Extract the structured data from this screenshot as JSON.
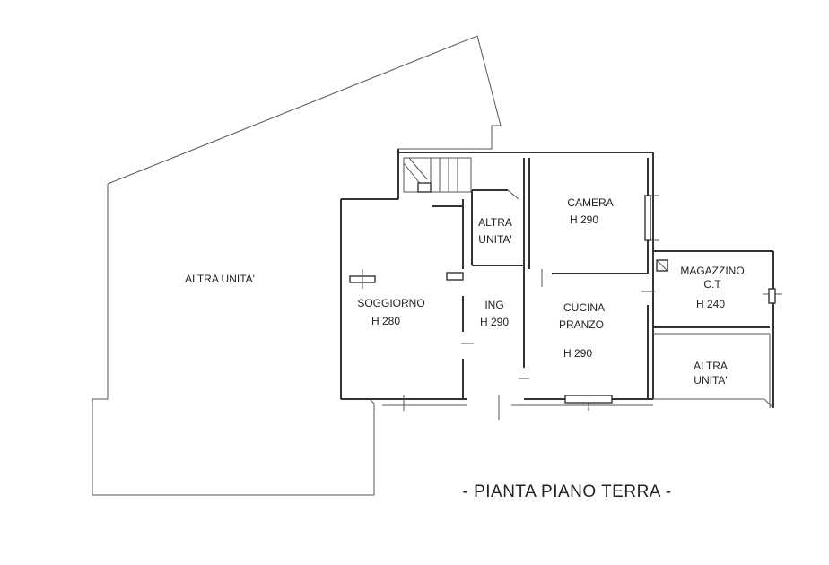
{
  "title": "- PIANTA PIANO TERRA -",
  "rooms": {
    "altra_unita_left": {
      "name": "ALTRA UNITA'"
    },
    "soggiorno": {
      "name": "SOGGIORNO",
      "height": "H 280"
    },
    "altra_unita_center": {
      "name": "ALTRA",
      "name2": "UNITA'"
    },
    "ing": {
      "name": "ING",
      "height": "H 290"
    },
    "camera": {
      "name": "CAMERA",
      "height": "H 290"
    },
    "cucina": {
      "name": "CUCINA",
      "name2": "PRANZO",
      "height": "H 290"
    },
    "magazzino": {
      "name": "MAGAZZINO",
      "name2": "C.T",
      "height": "H 240"
    },
    "altra_unita_right": {
      "name": "ALTRA",
      "name2": "UNITA'"
    }
  }
}
